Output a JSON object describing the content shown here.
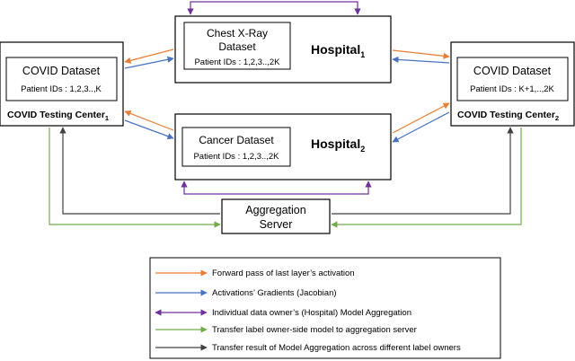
{
  "colors": {
    "forward": "#ED7D31",
    "gradients": "#4472C4",
    "hospital_aggregation": "#7030A0",
    "transfer_to_server": "#70AD47",
    "transfer_result": "#404040",
    "box_stroke": "#000000"
  },
  "hospital_1": {
    "dataset_title_line1": "Chest X-Ray",
    "dataset_title_line2": "Dataset",
    "patient_ids": "Patient IDs : 1,2,3..,2K",
    "name": "Hospital",
    "subscript": "1"
  },
  "hospital_2": {
    "dataset_title": "Cancer Dataset",
    "patient_ids": "Patient IDs : 1,2,3..,2K",
    "name": "Hospital",
    "subscript": "2"
  },
  "center_1": {
    "dataset_title": "COVID Dataset",
    "patient_ids": "Patient IDs : 1,2,3..,K",
    "name": "COVID Testing Center",
    "subscript": "1"
  },
  "center_2": {
    "dataset_title": "COVID Dataset",
    "patient_ids": "Patient IDs : K+1,..,2K",
    "name": "COVID Testing Center",
    "subscript": "2"
  },
  "server": {
    "line1": "Aggregation",
    "line2": "Server"
  },
  "legend": {
    "items": [
      {
        "label": "Forward pass of last layer’s activation",
        "color_key": "forward"
      },
      {
        "label": "Activations’ Gradients (Jacobian)",
        "color_key": "gradients"
      },
      {
        "label": "Individual data owner’s (Hospital) Model Aggregation",
        "color_key": "hospital_aggregation"
      },
      {
        "label": "Transfer label owner-side model to aggregation server",
        "color_key": "transfer_to_server"
      },
      {
        "label": "Transfer result of Model Aggregation across different label owners",
        "color_key": "transfer_result"
      }
    ]
  }
}
